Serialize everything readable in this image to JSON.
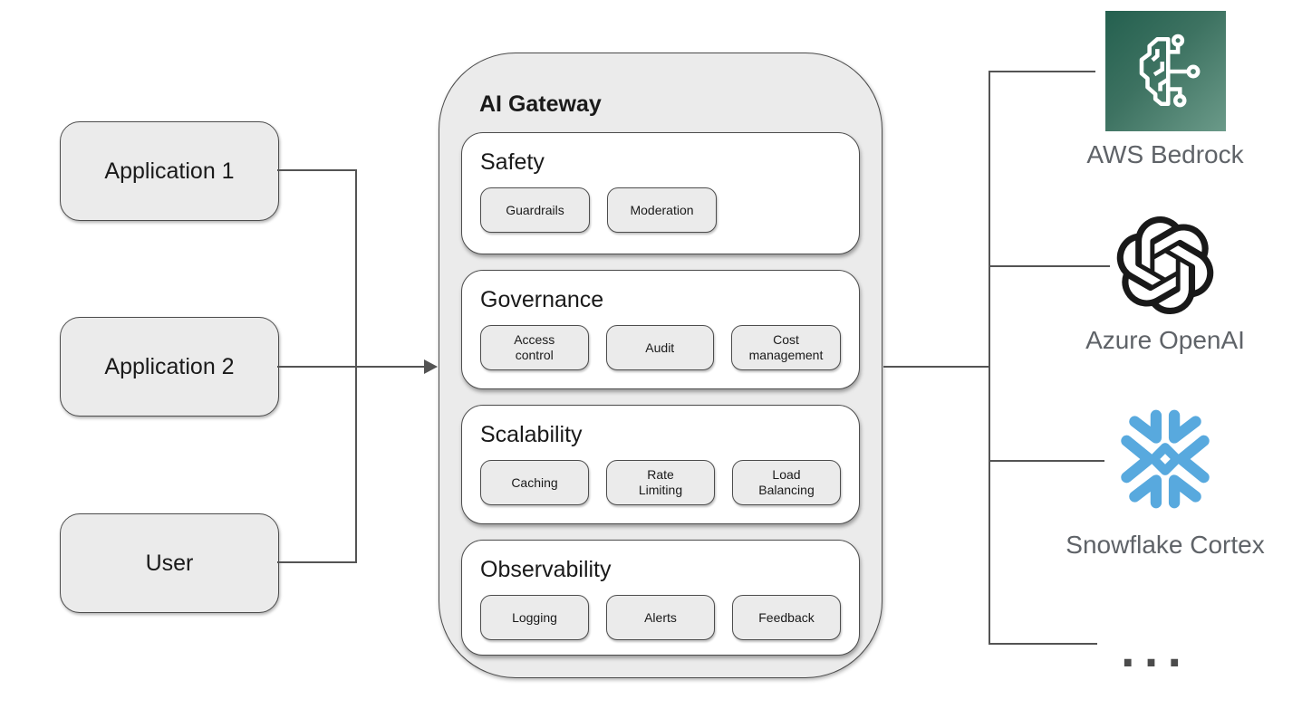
{
  "clients": [
    {
      "label": "Application 1"
    },
    {
      "label": "Application 2"
    },
    {
      "label": "User"
    }
  ],
  "gateway": {
    "title": "AI Gateway",
    "sections": [
      {
        "title": "Safety",
        "chips": [
          "Guardrails",
          "Moderation"
        ]
      },
      {
        "title": "Governance",
        "chips": [
          "Access control",
          "Audit",
          "Cost management"
        ]
      },
      {
        "title": "Scalability",
        "chips": [
          "Caching",
          "Rate Limiting",
          "Load Balancing"
        ]
      },
      {
        "title": "Observability",
        "chips": [
          "Logging",
          "Alerts",
          "Feedback"
        ]
      }
    ]
  },
  "providers": [
    {
      "label": "AWS Bedrock",
      "icon": "aws-bedrock-icon"
    },
    {
      "label": "Azure OpenAI",
      "icon": "openai-icon"
    },
    {
      "label": "Snowflake Cortex",
      "icon": "snowflake-icon"
    },
    {
      "label": "...",
      "icon": "ellipsis-icon"
    }
  ],
  "colors": {
    "shape_fill": "#ebebeb",
    "shape_border": "#4d4d4d",
    "connector": "#545454",
    "provider_label": "#5f6368",
    "snowflake_blue": "#58a9de",
    "openai_black": "#191919",
    "bedrock_green_dark": "#24604f",
    "bedrock_green_light": "#6b9a89"
  }
}
